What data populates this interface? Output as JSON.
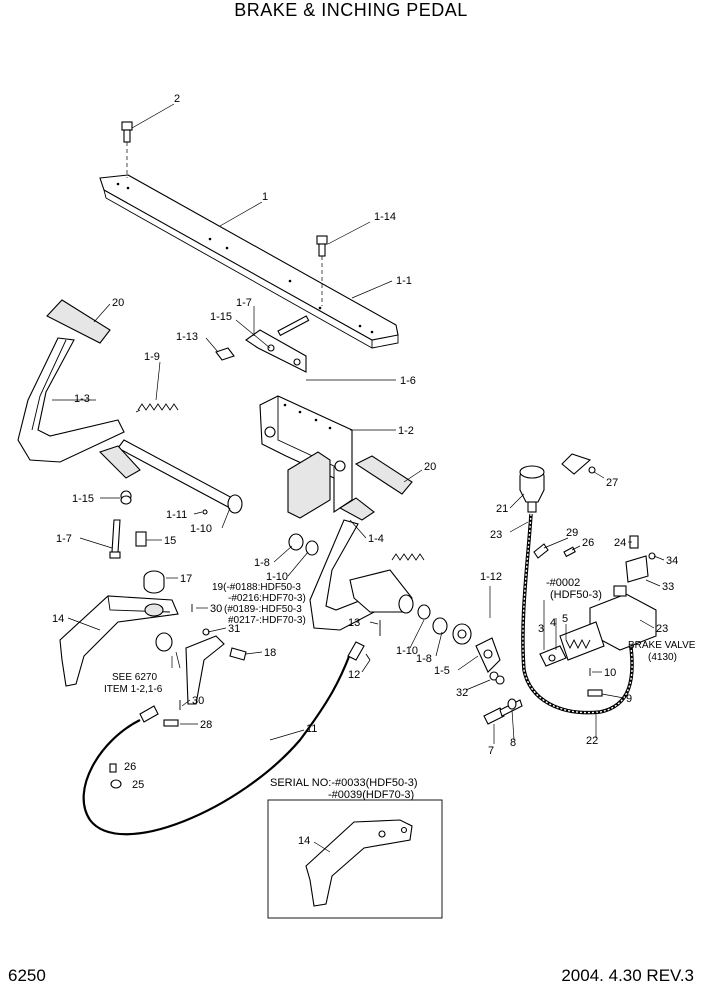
{
  "title": "BRAKE & INCHING PEDAL",
  "page_number": "6250",
  "revision": "2004. 4.30 REV.3",
  "part_labels": {
    "p1": "1",
    "p2": "2",
    "p1_14": "1-14",
    "p1_1": "1-1",
    "p1_7_top": "1-7",
    "p1_15_top": "1-15",
    "p1_13": "1-13",
    "p1_6": "1-6",
    "p1_9": "1-9",
    "p1_3": "1-3",
    "p20_left": "20",
    "p1_2": "1-2",
    "p20_right": "20",
    "p1_15_bottom": "1-15",
    "p1_11": "1-11",
    "p1_10_left": "1-10",
    "p1_7_bottom": "1-7",
    "p15": "15",
    "p1_4": "1-4",
    "p1_8_left": "1-8",
    "p1_10_mid": "1-10",
    "p17": "17",
    "p14": "14",
    "p30_top": "30",
    "p31": "31",
    "p18": "18",
    "p30_bottom": "30",
    "p28": "28",
    "p11": "11",
    "p26_left": "26",
    "p25": "25",
    "p13": "13",
    "p12": "12",
    "p1_10_right": "1-10",
    "p1_8_right": "1-8",
    "p1_5": "1-5",
    "p1_12": "1-12",
    "p32": "32",
    "p7": "7",
    "p8": "8",
    "p21": "21",
    "p23_left": "23",
    "p27": "27",
    "p29": "29",
    "p26_right": "26",
    "p24": "24",
    "p34": "34",
    "p33": "33",
    "p23_right": "23",
    "p3": "3",
    "p4": "4",
    "p5": "5",
    "p10": "10",
    "p9": "9",
    "p22": "22",
    "p14_inset": "14"
  },
  "notes": {
    "serial_19_line1": "19(-#0188:HDF50-3",
    "serial_19_line2": "-#0216:HDF70-3)",
    "serial_19_line3": "(#0189-:HDF50-3",
    "serial_19_line4": "#0217-:HDF70-3)",
    "see_line1": "SEE 6270",
    "see_line2": "ITEM 1-2,1-6",
    "serial_3_line1": "-#0002",
    "serial_3_line2": "(HDF50-3)",
    "brake_valve_line1": "BRAKE VALVE",
    "brake_valve_line2": "(4130)",
    "inset_line1": "SERIAL NO:-#0033(HDF50-3)",
    "inset_line2": "-#0039(HDF70-3)"
  }
}
